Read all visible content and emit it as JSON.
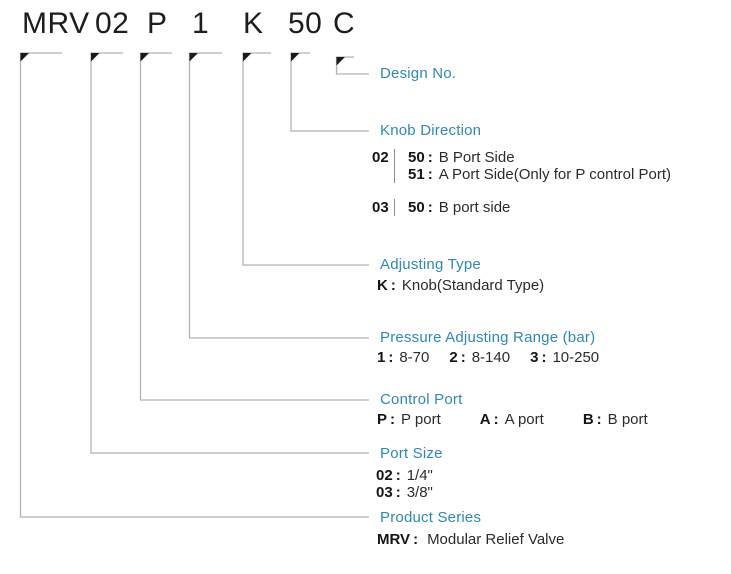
{
  "model_code": {
    "segments": [
      {
        "text": "MRV"
      },
      {
        "text": "02"
      },
      {
        "text": "P"
      },
      {
        "text": "1"
      },
      {
        "text": "K"
      },
      {
        "text": "50"
      },
      {
        "text": "C"
      }
    ]
  },
  "punct": {
    "colon": ":"
  },
  "colors": {
    "accent_blue": "#2e87b5",
    "leader_line_gray": "#b2b2b2",
    "corner_marker_black": "#1a1a1a",
    "title_text": "#1d1d1d",
    "body_text": "#2b2b2b"
  },
  "sections": {
    "design_no": {
      "label": "Design No."
    },
    "knob_direction": {
      "label": "Knob Direction",
      "groups": [
        {
          "code": "02",
          "options": [
            {
              "code": "50",
              "desc": "B Port Side"
            },
            {
              "code": "51",
              "desc": "A Port Side(Only for P control Port)"
            }
          ]
        },
        {
          "code": "03",
          "options": [
            {
              "code": "50",
              "desc": "B port side"
            }
          ]
        }
      ]
    },
    "adjusting_type": {
      "label": "Adjusting Type",
      "options": [
        {
          "code": "K",
          "desc": "Knob(Standard Type)"
        }
      ]
    },
    "pressure_range": {
      "label": "Pressure Adjusting Range (bar)",
      "options": [
        {
          "code": "1",
          "desc": "8-70"
        },
        {
          "code": "2",
          "desc": "8-140"
        },
        {
          "code": "3",
          "desc": "10-250"
        }
      ]
    },
    "control_port": {
      "label": "Control Port",
      "options": [
        {
          "code": "P",
          "desc": "P port"
        },
        {
          "code": "A",
          "desc": "A port"
        },
        {
          "code": "B",
          "desc": "B port"
        }
      ]
    },
    "port_size": {
      "label": "Port Size",
      "options": [
        {
          "code": "02",
          "desc": "1/4\""
        },
        {
          "code": "03",
          "desc": "3/8\""
        }
      ]
    },
    "product_series": {
      "label": "Product Series",
      "options": [
        {
          "code": "MRV",
          "desc": "Modular Relief Valve"
        }
      ]
    }
  }
}
